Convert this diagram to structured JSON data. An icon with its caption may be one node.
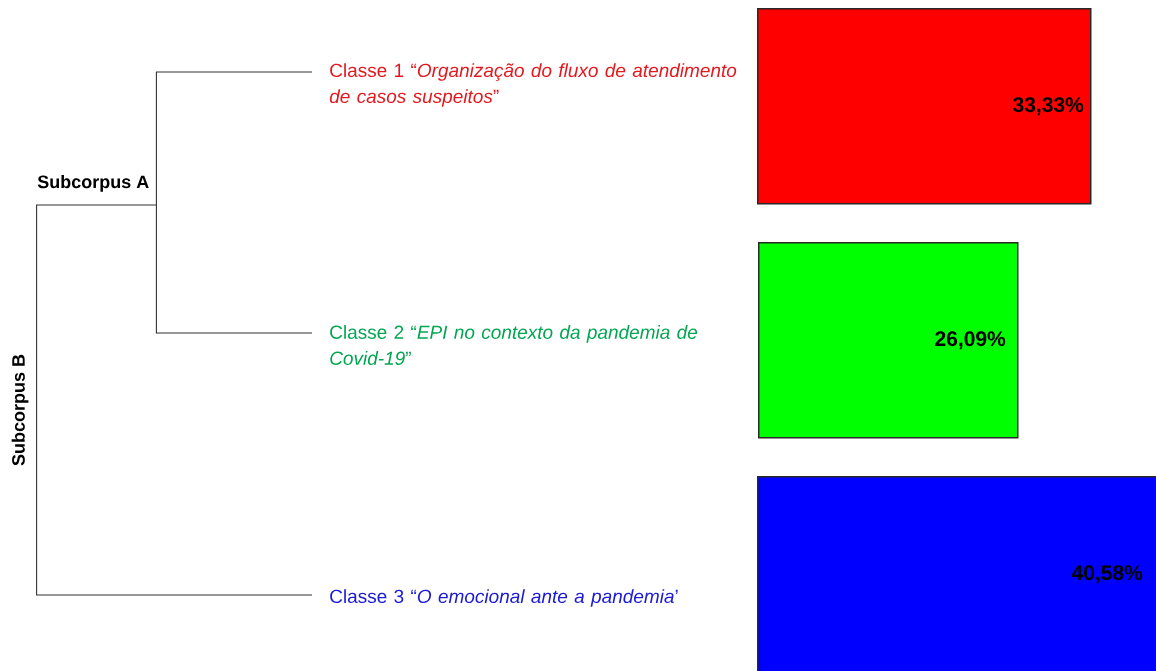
{
  "diagram": {
    "nodes": [
      {
        "text": [
          "Subcorpus A"
        ]
      },
      {
        "text": [
          "Subcorpus B"
        ]
      },
      {
        "text": [
          "Classe 1 “*Organização do fluxo de atendimento de casos suspeitos*”"
        ]
      },
      {
        "text": [
          "Classe 2 “*EPI no contexto da pandemia de Covid-19*”"
        ]
      },
      {
        "text": [
          "Classe 3 “*O emocional ante a pandemia*’"
        ]
      },
      {
        "text": [
          "33,33%"
        ]
      },
      {
        "text": [
          "26,09%"
        ]
      },
      {
        "text": [
          "40,58%"
        ]
      }
    ],
    "edges": [
      {
        "from": 1,
        "to": 0,
        "arrow": "none"
      },
      {
        "from": 0,
        "to": 2,
        "arrow": "none"
      },
      {
        "from": 0,
        "to": 3,
        "arrow": "none"
      },
      {
        "from": 1,
        "to": 4,
        "arrow": "none"
      }
    ]
  }
}
